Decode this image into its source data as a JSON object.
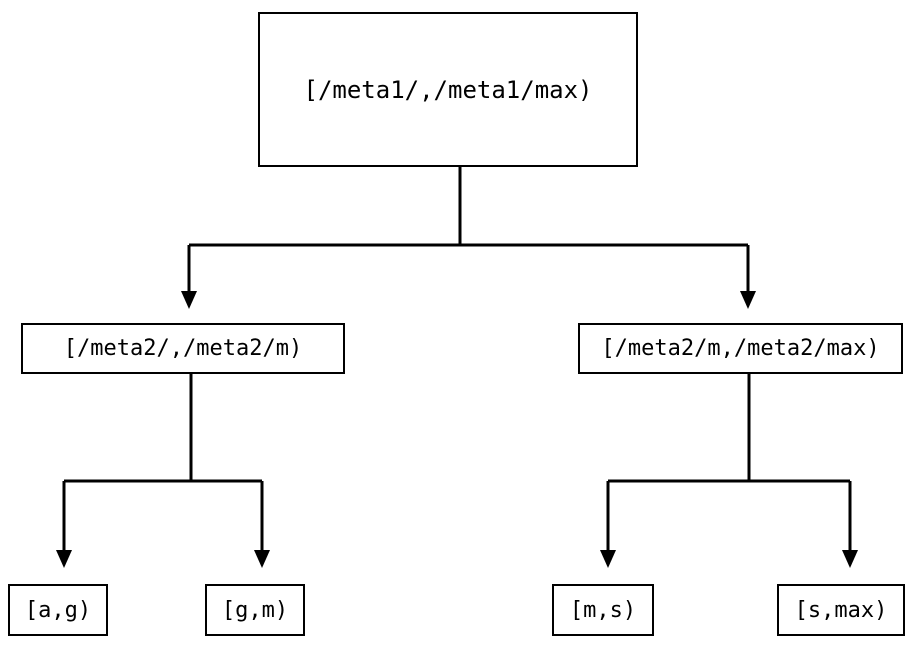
{
  "diagram": {
    "type": "interval-partition-tree",
    "background_color": "#ffffff",
    "stroke_color": "#000000",
    "nodes": {
      "root": {
        "label": "[/meta1/,/meta1/max)"
      },
      "mid_left": {
        "label": "[/meta2/,/meta2/m)"
      },
      "mid_right": {
        "label": "[/meta2/m,/meta2/max)"
      },
      "leaf_1": {
        "label": "[a,g)"
      },
      "leaf_2": {
        "label": "[g,m)"
      },
      "leaf_3": {
        "label": "[m,s)"
      },
      "leaf_4": {
        "label": "[s,max)"
      }
    },
    "edges": [
      {
        "from": "root",
        "to": "mid_left",
        "arrowhead": "filled-triangle-down"
      },
      {
        "from": "root",
        "to": "mid_right",
        "arrowhead": "filled-triangle-down"
      },
      {
        "from": "mid_left",
        "to": "leaf_1",
        "arrowhead": "filled-triangle-down"
      },
      {
        "from": "mid_left",
        "to": "leaf_2",
        "arrowhead": "filled-triangle-down"
      },
      {
        "from": "mid_right",
        "to": "leaf_3",
        "arrowhead": "filled-triangle-down"
      },
      {
        "from": "mid_right",
        "to": "leaf_4",
        "arrowhead": "filled-triangle-down"
      }
    ]
  }
}
